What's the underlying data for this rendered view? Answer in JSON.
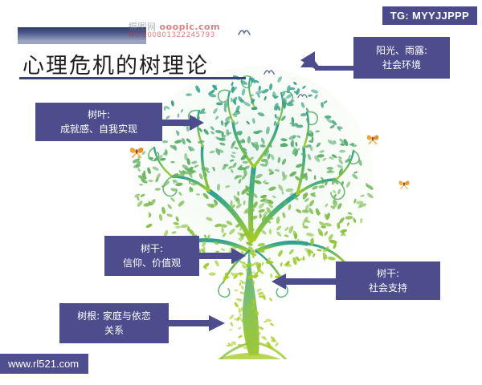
{
  "page": {
    "title_text": "心理危机的树理论",
    "background_color": "#ffffff",
    "accent_color": "#4d4d8e"
  },
  "badges": {
    "tg_label": "TG: MYYJJPPP",
    "site_label": "www.rl521.com"
  },
  "watermark": {
    "line1_cn": "摄图网",
    "line1_en": "ooopic.com",
    "line2": "NO.200801322245793"
  },
  "labels": [
    {
      "id": "sunlight",
      "name": "sunlight-rain-label",
      "line1": "阳光、雨露:",
      "line2": "社会环境",
      "arrow": "left"
    },
    {
      "id": "leaf",
      "name": "leaf-label",
      "line1": "树叶:",
      "line2": "成就感、自我实现",
      "arrow": "right"
    },
    {
      "id": "trunk1",
      "name": "trunk-belief-label",
      "line1": "树干:",
      "line2": "信仰、价值观",
      "arrow": "right"
    },
    {
      "id": "trunk2",
      "name": "trunk-support-label",
      "line1": "树干:",
      "line2": "社会支持",
      "arrow": "left"
    },
    {
      "id": "root",
      "name": "root-label",
      "line1": "树根: 家庭与依恋",
      "line2": "关系",
      "arrow": "right"
    }
  ],
  "illustration": {
    "name": "tree-illustration",
    "description": "水彩风格大树",
    "leaf_color_top": "#2f9e8f",
    "leaf_color_bottom": "#9dc72f",
    "trunk_color": "#6fb79a"
  }
}
